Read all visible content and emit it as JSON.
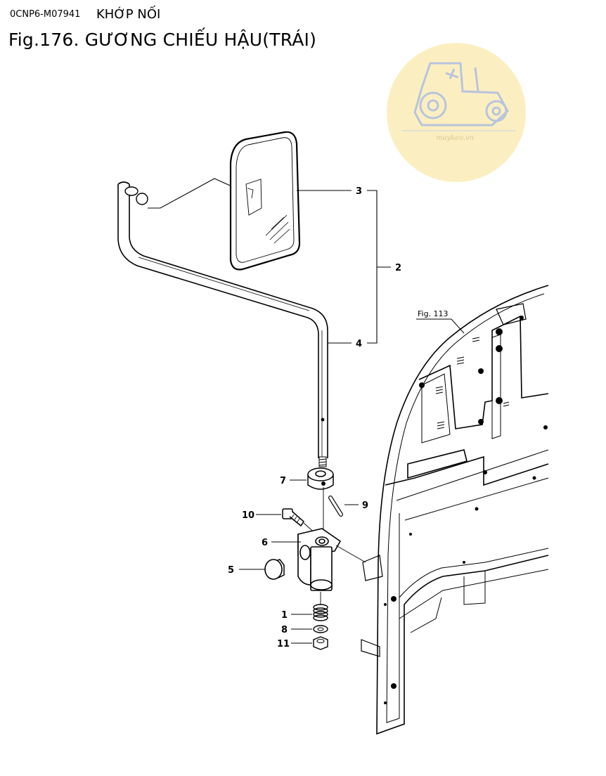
{
  "header": {
    "part_code": "0CNP6-M07941",
    "group_name": "KHỚP NỐI",
    "title": "Fig.176.  GƯƠNG CHIẾU HẬU(TRÁI)"
  },
  "watermark": {
    "text": "maykeo.vn",
    "color": "#fbefc2"
  },
  "diagram": {
    "figure_ref": "Fig. 113",
    "callouts": [
      "3",
      "2",
      "4",
      "7",
      "9",
      "10",
      "6",
      "5",
      "1",
      "8",
      "11"
    ]
  }
}
